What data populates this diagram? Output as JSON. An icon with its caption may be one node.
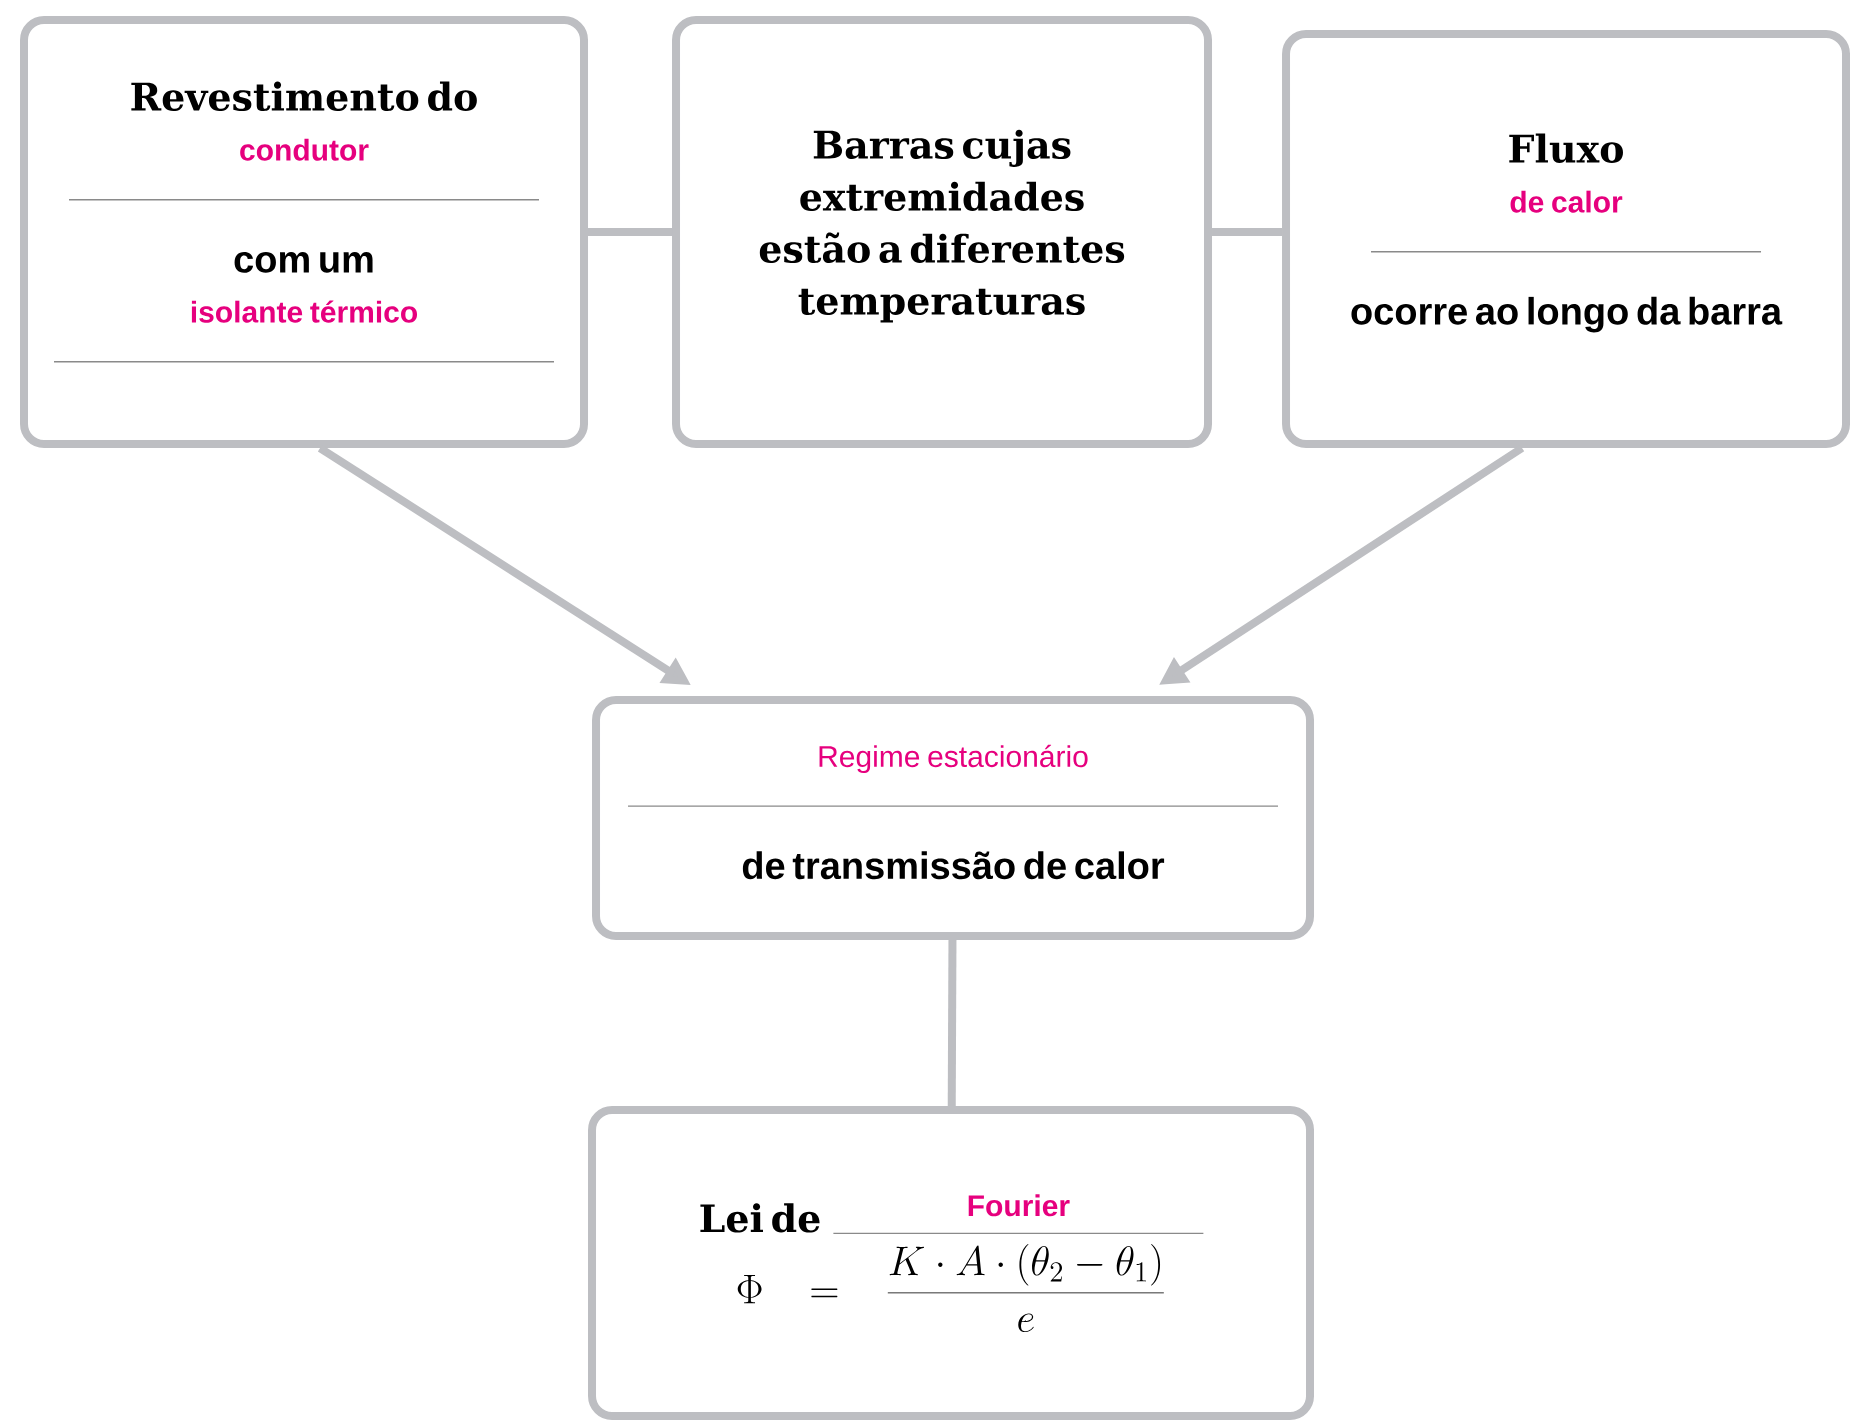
{
  "diagram": {
    "nodes": [
      {
        "text": [
          "Revestimento do",
          "condutor",
          "com um",
          "isolante térmico"
        ]
      },
      {
        "text": [
          "Barras cujas extremidades estão a diferentes temperaturas"
        ]
      },
      {
        "text": [
          "Fluxo",
          "de calor",
          "ocorre ao longo da barra"
        ]
      },
      {
        "text": [
          "Regime estacionário",
          "de transmissão de calor"
        ]
      },
      {
        "text": [
          "Lei de",
          "Fourier",
          "\\Phi = \\frac{K \\cdot A \\cdot (\\theta_2 - \\theta_1)}{e}"
        ]
      }
    ],
    "edges": [
      {
        "from": 0,
        "to": 1,
        "arrow": "none"
      },
      {
        "from": 1,
        "to": 2,
        "arrow": "none"
      },
      {
        "from": 0,
        "to": 3,
        "arrow": "to"
      },
      {
        "from": 2,
        "to": 3,
        "arrow": "to"
      },
      {
        "from": 3,
        "to": 4,
        "arrow": "none"
      }
    ]
  }
}
